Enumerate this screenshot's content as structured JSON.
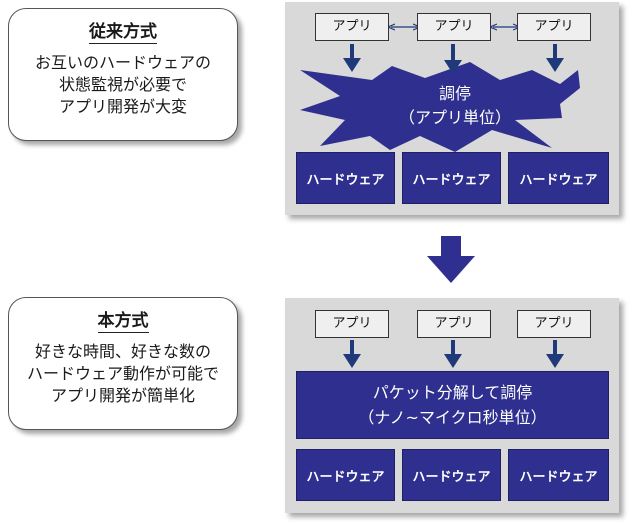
{
  "top": {
    "callout": {
      "title": "従来方式",
      "lines": [
        "お互いのハードウェアの",
        "状態監視が必要で",
        "アプリ開発が大変"
      ]
    },
    "apps": [
      "アプリ",
      "アプリ",
      "アプリ"
    ],
    "coordinator": {
      "line1": "調停",
      "line2": "（アプリ単位）"
    },
    "hardware": [
      "ハードウェア",
      "ハードウェア",
      "ハードウェア"
    ]
  },
  "bottom": {
    "callout": {
      "title": "本方式",
      "lines": [
        "好きな時間、好きな数の",
        "ハードウェア動作が可能で",
        "アプリ開発が簡単化"
      ]
    },
    "apps": [
      "アプリ",
      "アプリ",
      "アプリ"
    ],
    "coordinator": {
      "line1": "パケット分解して調停",
      "line2": "（ナノ~マイクロ秒単位）"
    },
    "hardware": [
      "ハードウェア",
      "ハードウェア",
      "ハードウェア"
    ]
  },
  "colors": {
    "navy": "#2f2f8f",
    "panel": "#d9d9d9",
    "app_fill": "#efefef",
    "arrow": "#1f3a7a"
  }
}
